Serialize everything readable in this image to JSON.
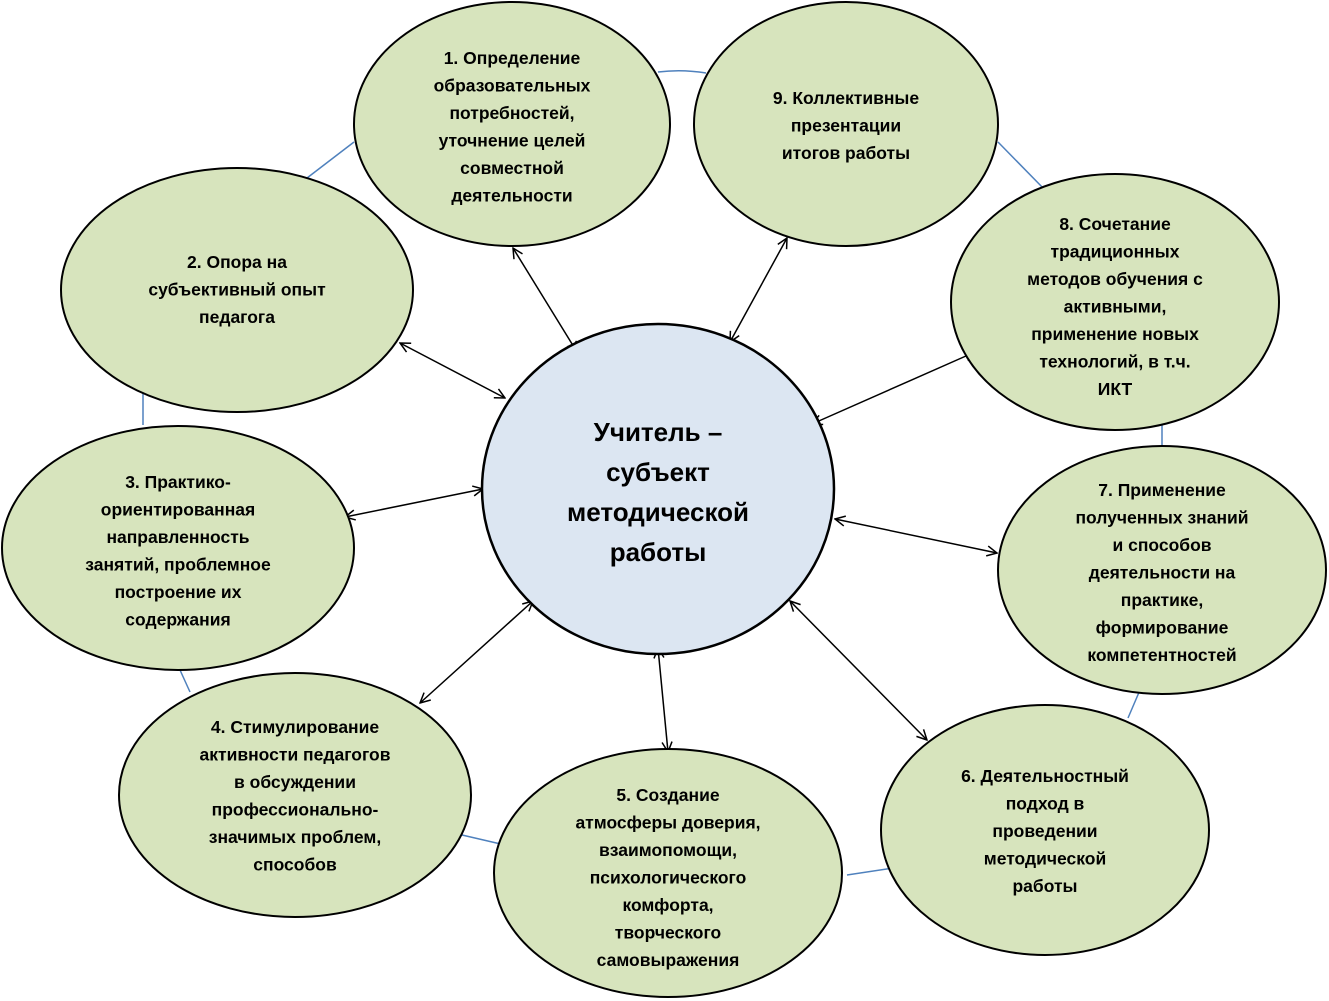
{
  "colors": {
    "node_fill": "#d7e4bd",
    "center_fill": "#dce6f2",
    "stroke": "#000000",
    "connector": "#4f81bd"
  },
  "center": {
    "lines": [
      "Учитель –",
      "субъект",
      "методической",
      "работы"
    ]
  },
  "nodes": [
    {
      "id": "1",
      "lines": [
        "1. Определение",
        "образовательных",
        "потребностей,",
        "уточнение целей",
        "совместной",
        "деятельности"
      ]
    },
    {
      "id": "2",
      "lines": [
        "2. Опора на",
        "субъективный опыт",
        "педагога"
      ]
    },
    {
      "id": "3",
      "lines": [
        "3. Практико-",
        "ориентированная",
        "направленность",
        "занятий, проблемное",
        "построение их",
        "содержания"
      ]
    },
    {
      "id": "4",
      "lines": [
        "4. Стимулирование",
        "активности педагогов",
        "в обсуждении",
        "профессионально-",
        "значимых проблем,",
        "способов"
      ]
    },
    {
      "id": "5",
      "lines": [
        "5. Создание",
        "атмосферы доверия,",
        "взаимопомощи,",
        "психологического",
        "комфорта,",
        "творческого",
        "самовыражения"
      ]
    },
    {
      "id": "6",
      "lines": [
        "6. Деятельностный",
        "подход в",
        "проведении",
        "методической",
        "работы"
      ]
    },
    {
      "id": "7",
      "lines": [
        "7. Применение",
        "полученных знаний",
        "и способов",
        "деятельности на",
        "практике,",
        "формирование",
        "компетентностей"
      ]
    },
    {
      "id": "8",
      "lines": [
        "8. Сочетание",
        "традиционных",
        "методов обучения с",
        "активными,",
        "применение новых",
        "технологий, в т.ч.",
        "ИКТ"
      ]
    },
    {
      "id": "9",
      "lines": [
        "9. Коллективные",
        "презентации",
        "итогов работы"
      ]
    }
  ]
}
